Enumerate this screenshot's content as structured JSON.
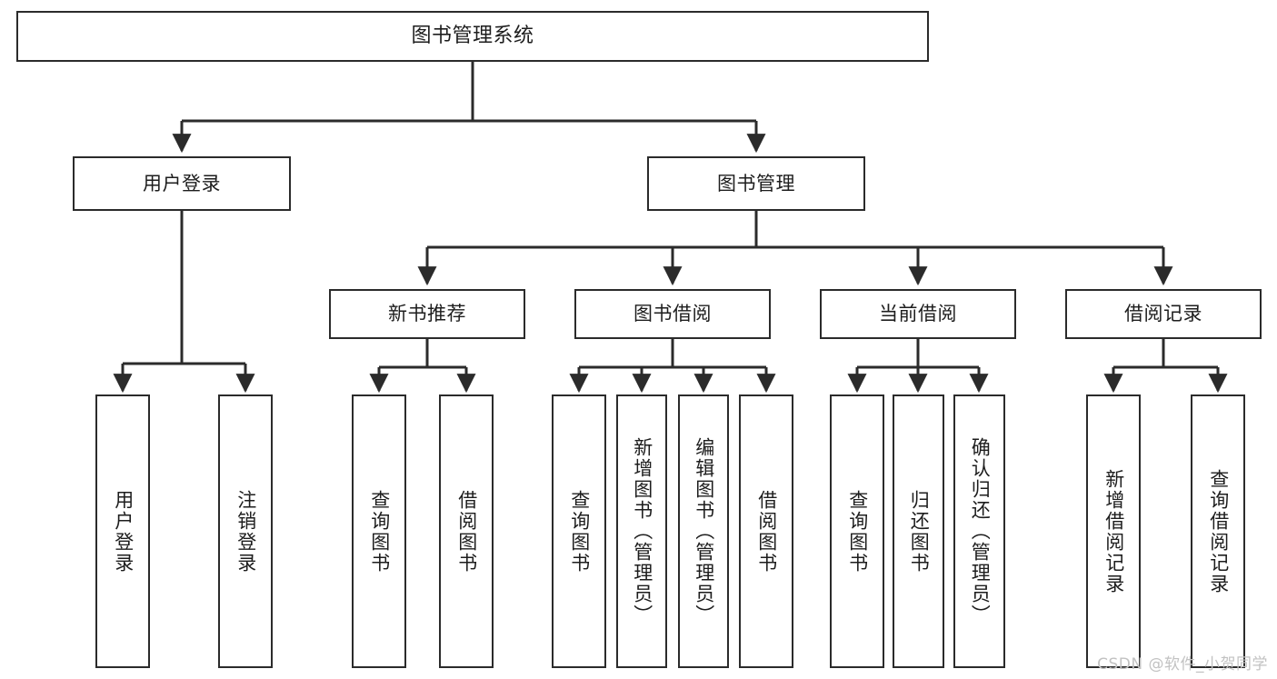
{
  "diagram": {
    "title": "图书管理系统",
    "type": "tree",
    "colors": {
      "stroke": "#2b2b2b",
      "fill": "#ffffff",
      "text": "#1d1d1d",
      "watermark": "#c2c2c2"
    },
    "watermark": "CSDN @软件_小贺同学",
    "root": {
      "id": "root",
      "label": "图书管理系统"
    },
    "level1": [
      {
        "id": "user-login",
        "label": "用户登录"
      },
      {
        "id": "book-manage",
        "label": "图书管理"
      }
    ],
    "level2": [
      {
        "id": "new-book-rec",
        "label": "新书推荐",
        "parent": "book-manage"
      },
      {
        "id": "book-borrow",
        "label": "图书借阅",
        "parent": "book-manage"
      },
      {
        "id": "current-borrow",
        "label": "当前借阅",
        "parent": "book-manage"
      },
      {
        "id": "borrow-record",
        "label": "借阅记录",
        "parent": "book-manage"
      }
    ],
    "leaves": [
      {
        "id": "leaf-user-login",
        "label": "用户登录",
        "parent": "user-login"
      },
      {
        "id": "leaf-user-logout",
        "label": "注销登录",
        "parent": "user-login"
      },
      {
        "id": "leaf-query-book-1",
        "label": "查询图书",
        "parent": "new-book-rec"
      },
      {
        "id": "leaf-borrow-book-1",
        "label": "借阅图书",
        "parent": "new-book-rec"
      },
      {
        "id": "leaf-query-book-2",
        "label": "查询图书",
        "parent": "book-borrow"
      },
      {
        "id": "leaf-add-book",
        "label": "新增图书（管理员）",
        "parent": "book-borrow"
      },
      {
        "id": "leaf-edit-book",
        "label": "编辑图书（管理员）",
        "parent": "book-borrow"
      },
      {
        "id": "leaf-borrow-book-2",
        "label": "借阅图书",
        "parent": "book-borrow"
      },
      {
        "id": "leaf-query-book-3",
        "label": "查询图书",
        "parent": "current-borrow"
      },
      {
        "id": "leaf-return-book",
        "label": "归还图书",
        "parent": "current-borrow"
      },
      {
        "id": "leaf-confirm-return",
        "label": "确认归还（管理员）",
        "parent": "current-borrow"
      },
      {
        "id": "leaf-add-record",
        "label": "新增借阅记录",
        "parent": "borrow-record"
      },
      {
        "id": "leaf-query-record",
        "label": "查询借阅记录",
        "parent": "borrow-record"
      }
    ]
  }
}
